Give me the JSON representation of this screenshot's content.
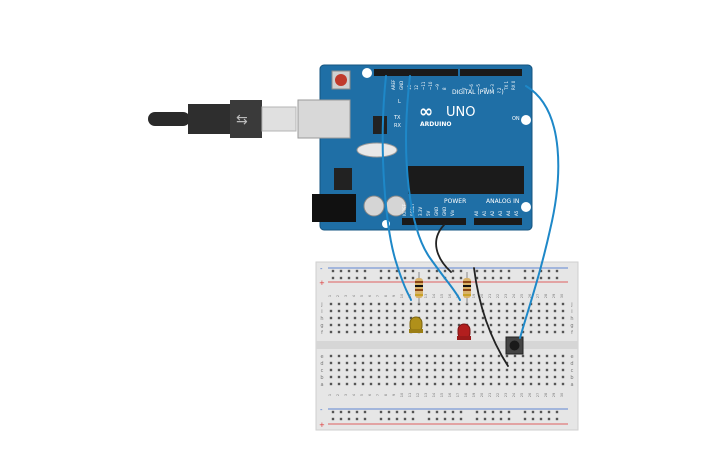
{
  "board": {
    "logo_text": "UNO",
    "brand_text": "ARDUINO",
    "digital_label": "DIGITAL (PWM ~)",
    "power_label": "POWER",
    "analog_label": "ANALOG IN",
    "on_label": "ON",
    "l_label": "L",
    "tx_label": "TX",
    "rx_label": "RX",
    "aref_label": "AREF",
    "gnd_label": "GND",
    "digital_pins": [
      "13",
      "12",
      "~11",
      "~10",
      "~9",
      "8",
      "7",
      "~6",
      "~5",
      "4",
      "~3",
      "2",
      "TX 1",
      "RX 0"
    ],
    "power_pins": [
      "IOREF",
      "RESET",
      "3.3V",
      "5V",
      "GND",
      "GND",
      "Vin"
    ],
    "analog_pins": [
      "A0",
      "A1",
      "A2",
      "A3",
      "A4",
      "A5"
    ],
    "color": "#1f6fa6"
  },
  "breadboard": {
    "top_row_letters": [
      "j",
      "i",
      "h",
      "g",
      "f"
    ],
    "bottom_row_letters": [
      "e",
      "d",
      "c",
      "b",
      "a"
    ],
    "column_numbers": [
      "1",
      "2",
      "3",
      "4",
      "5",
      "6",
      "7",
      "8",
      "9",
      "10",
      "11",
      "12",
      "13",
      "14",
      "15",
      "16",
      "17",
      "18",
      "19",
      "20",
      "21",
      "22",
      "23",
      "24",
      "25",
      "26",
      "27",
      "28",
      "29",
      "30"
    ],
    "plus_sign": "+",
    "minus_sign": "-"
  },
  "components": {
    "led1_color": "#b0901a",
    "led2_color": "#b21e1e",
    "wire_blue": "#1e88c8",
    "wire_black": "#222222"
  }
}
